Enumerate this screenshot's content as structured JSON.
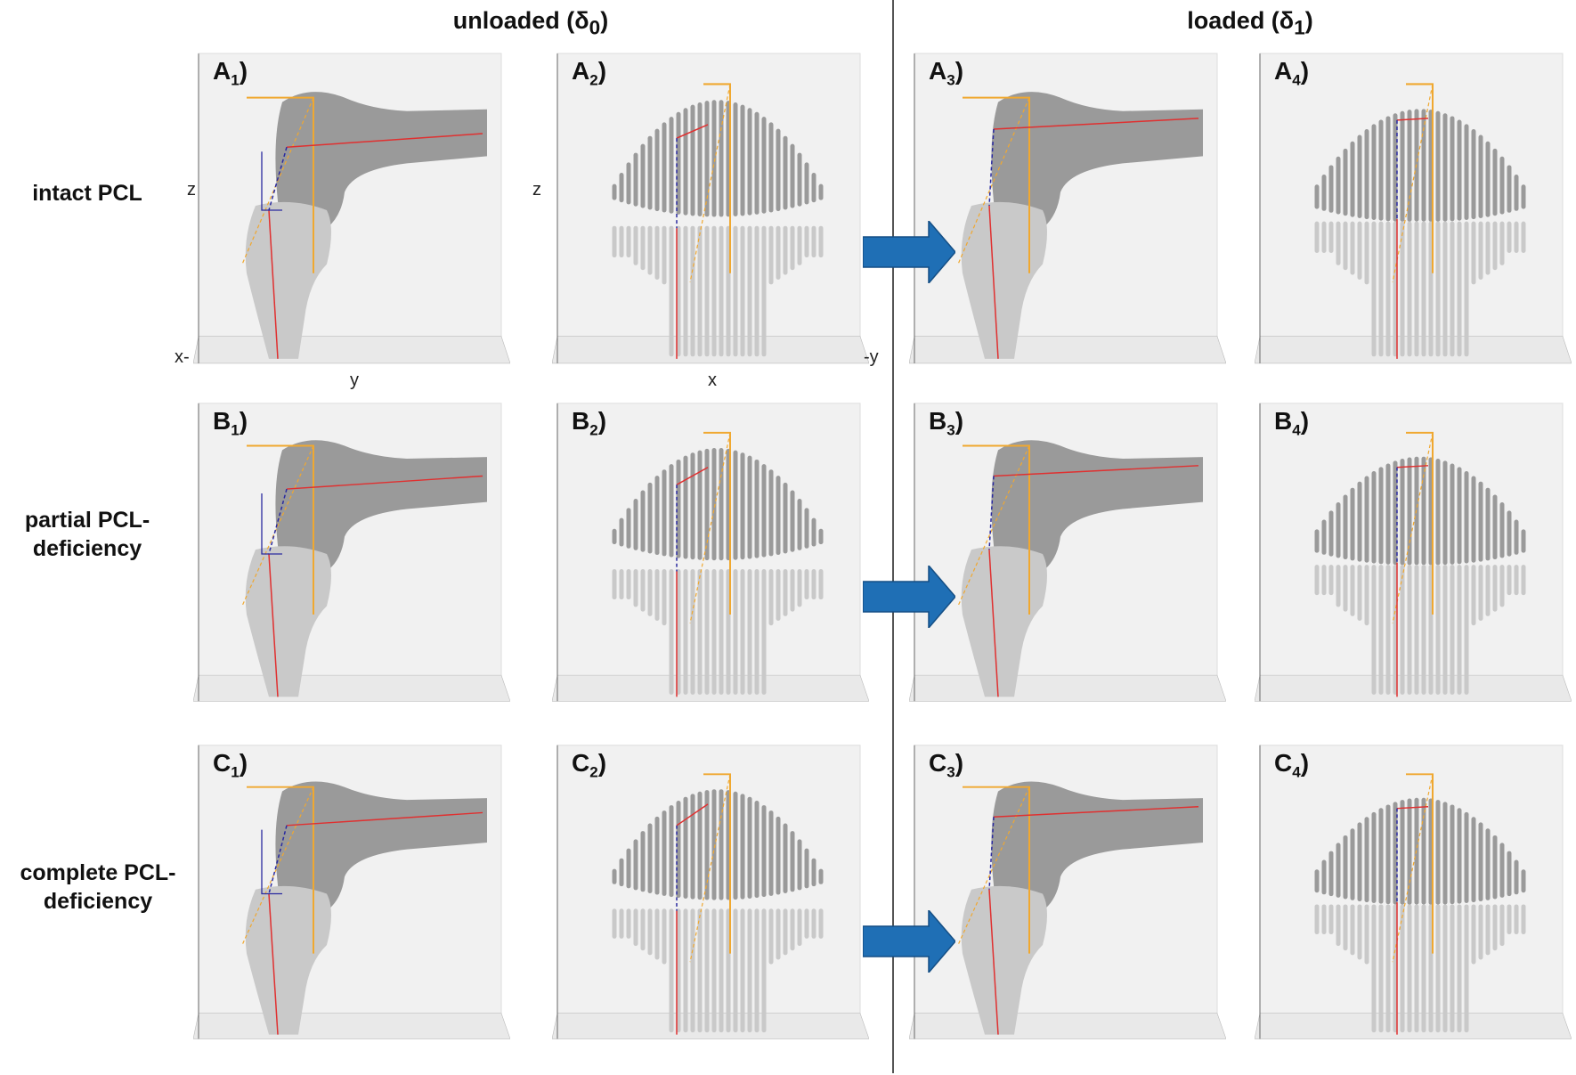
{
  "column_headers": {
    "unloaded": {
      "text": "unloaded (δ",
      "sub": "0",
      "close": ")"
    },
    "loaded": {
      "text": "loaded (δ",
      "sub": "1",
      "close": ")"
    }
  },
  "row_labels": [
    {
      "line1": "intact PCL",
      "line2": ""
    },
    {
      "line1": "partial PCL-",
      "line2": "deficiency"
    },
    {
      "line1": "complete PCL-",
      "line2": "deficiency"
    }
  ],
  "panels": [
    {
      "letter": "A",
      "index": "1",
      "view": "side",
      "state": "unloaded"
    },
    {
      "letter": "A",
      "index": "2",
      "view": "front",
      "state": "unloaded"
    },
    {
      "letter": "A",
      "index": "3",
      "view": "side",
      "state": "loaded"
    },
    {
      "letter": "A",
      "index": "4",
      "view": "front",
      "state": "loaded"
    },
    {
      "letter": "B",
      "index": "1",
      "view": "side",
      "state": "unloaded"
    },
    {
      "letter": "B",
      "index": "2",
      "view": "front",
      "state": "unloaded"
    },
    {
      "letter": "B",
      "index": "3",
      "view": "side",
      "state": "loaded"
    },
    {
      "letter": "B",
      "index": "4",
      "view": "front",
      "state": "loaded"
    },
    {
      "letter": "C",
      "index": "1",
      "view": "side",
      "state": "unloaded"
    },
    {
      "letter": "C",
      "index": "2",
      "view": "front",
      "state": "unloaded"
    },
    {
      "letter": "C",
      "index": "3",
      "view": "side",
      "state": "loaded"
    },
    {
      "letter": "C",
      "index": "4",
      "view": "front",
      "state": "loaded"
    }
  ],
  "axis_labels": {
    "z_side": "z",
    "z_front": "z",
    "x_minus": "x-",
    "y": "y",
    "x": "x",
    "minus_y": "-y"
  },
  "colors": {
    "femur": "#9a9a9a",
    "tibia": "#c9c9c9",
    "background": "#f1f1f1",
    "orange": "#f0a830",
    "red": "#e03030",
    "blue": "#2a2aa0",
    "arrow": "#1f6fb5"
  }
}
